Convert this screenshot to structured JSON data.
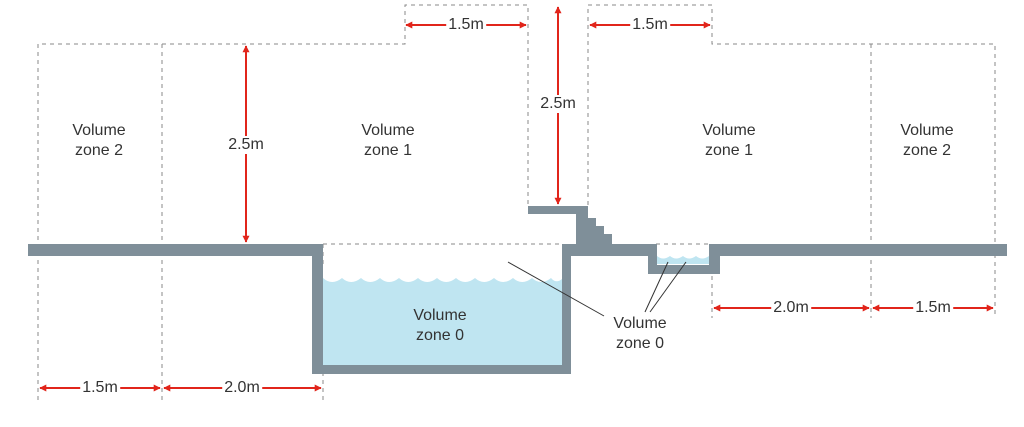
{
  "colors": {
    "ground": "#7f8f99",
    "water": "#bfe5f1",
    "dimension": "#e1251b",
    "guide": "#8a8a8a",
    "text": "#333333"
  },
  "zones": {
    "left_zone2": [
      "Volume",
      "zone 2"
    ],
    "left_zone1": [
      "Volume",
      "zone 1"
    ],
    "right_zone1": [
      "Volume",
      "zone 1"
    ],
    "right_zone2": [
      "Volume",
      "zone 2"
    ],
    "pool_zone0": [
      "Volume",
      "zone 0"
    ],
    "footbath_zone0": [
      "Volume",
      "zone 0"
    ]
  },
  "dimensions": {
    "top_left_width": "1.5m",
    "top_right_width": "1.5m",
    "left_height": "2.5m",
    "center_height": "2.5m",
    "bottom_left_zone2_width": "1.5m",
    "bottom_left_zone1_width": "2.0m",
    "bottom_right_zone1_width": "2.0m",
    "bottom_right_zone2_width": "1.5m"
  }
}
